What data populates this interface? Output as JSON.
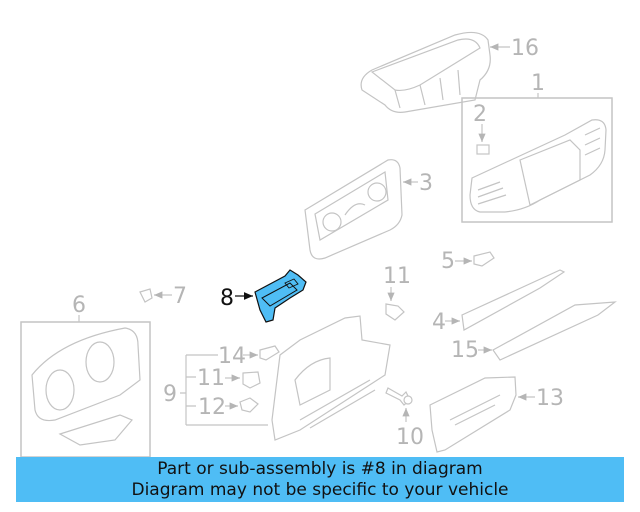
{
  "diagram": {
    "highlighted_part": "8",
    "highlight_color": "#4fbdf5",
    "line_color": "#c4c4c4",
    "callouts": [
      {
        "id": "1",
        "label": "1"
      },
      {
        "id": "2",
        "label": "2"
      },
      {
        "id": "3",
        "label": "3"
      },
      {
        "id": "4",
        "label": "4"
      },
      {
        "id": "5",
        "label": "5"
      },
      {
        "id": "6",
        "label": "6"
      },
      {
        "id": "7",
        "label": "7"
      },
      {
        "id": "8",
        "label": "8"
      },
      {
        "id": "9",
        "label": "9"
      },
      {
        "id": "10",
        "label": "10"
      },
      {
        "id": "11a",
        "label": "11"
      },
      {
        "id": "11b",
        "label": "11"
      },
      {
        "id": "12",
        "label": "12"
      },
      {
        "id": "13",
        "label": "13"
      },
      {
        "id": "14",
        "label": "14"
      },
      {
        "id": "15",
        "label": "15"
      },
      {
        "id": "16",
        "label": "16"
      }
    ]
  },
  "banner": {
    "line1": "Part or sub-assembly is #8 in diagram",
    "line2": "Diagram may not be specific to your vehicle",
    "background": "#4fbdf5"
  }
}
